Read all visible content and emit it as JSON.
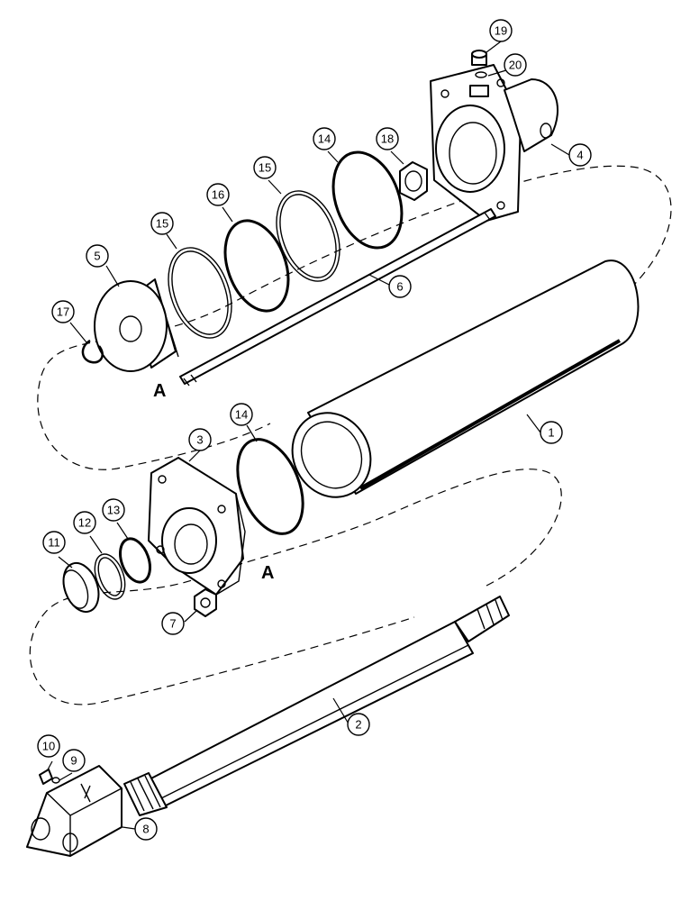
{
  "callouts": {
    "c1": "1",
    "c2": "2",
    "c3": "3",
    "c4": "4",
    "c5": "5",
    "c6": "6",
    "c7": "7",
    "c8": "8",
    "c9": "9",
    "c10": "10",
    "c11": "11",
    "c12": "12",
    "c13": "13",
    "c14a": "14",
    "c14b": "14",
    "c15a": "15",
    "c15b": "15",
    "c16": "16",
    "c17": "17",
    "c18": "18",
    "c19": "19",
    "c20": "20"
  },
  "references": {
    "a_top": "A",
    "a_bottom": "A"
  },
  "colors": {
    "line": "#000000",
    "background": "#ffffff"
  }
}
